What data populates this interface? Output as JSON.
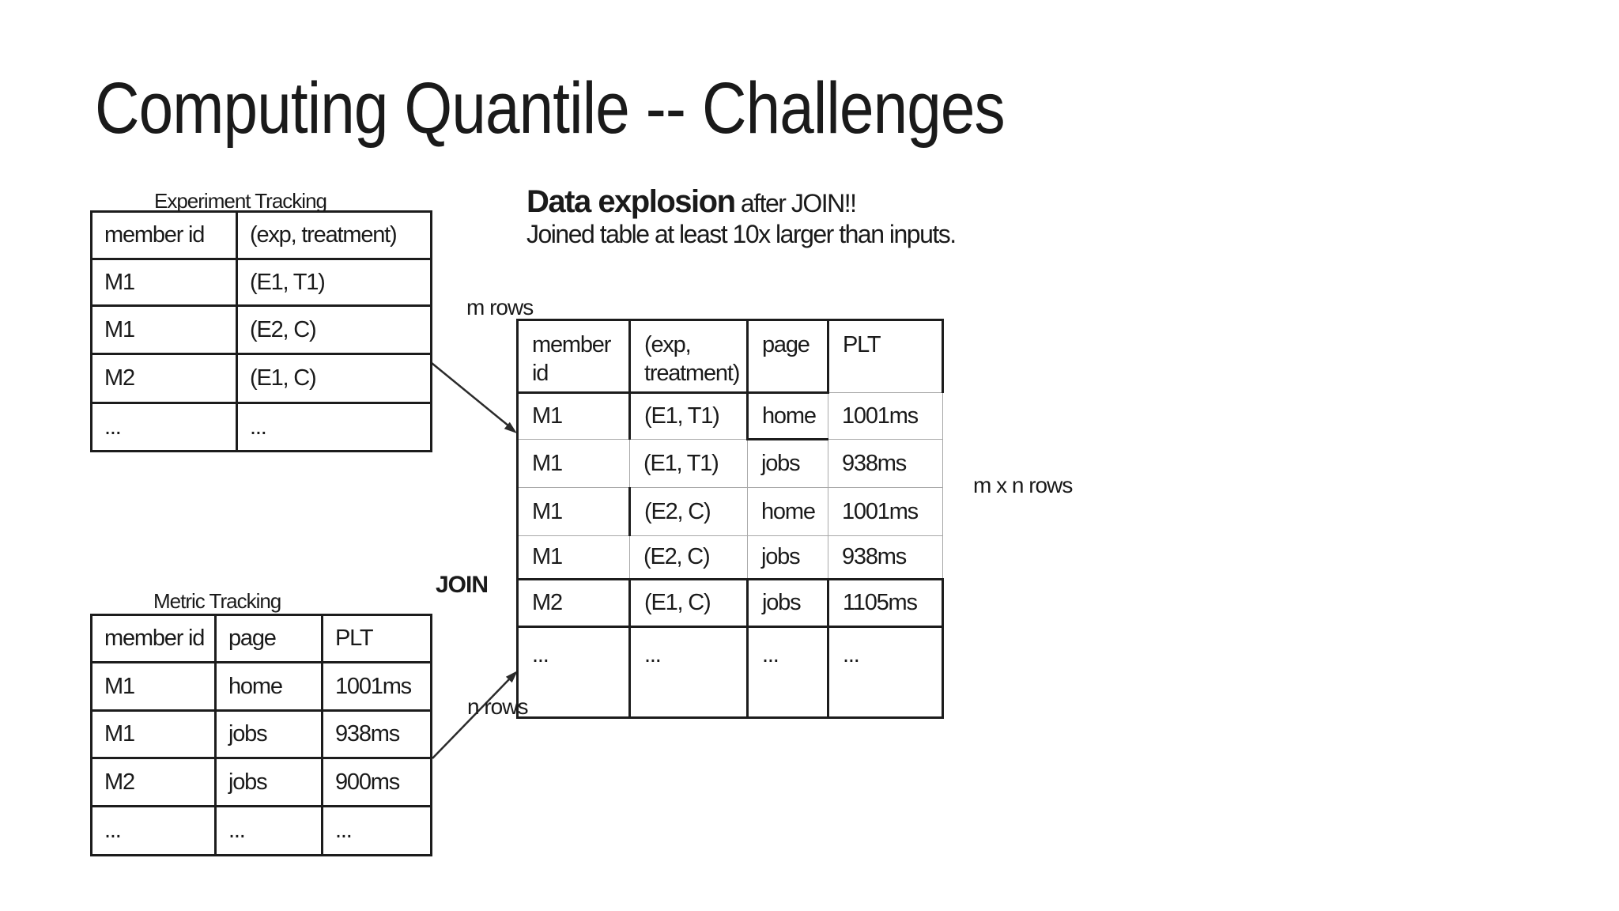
{
  "slide": {
    "title": "Computing Quantile -- Challenges",
    "annotation": {
      "heading_bold": "Data explosion",
      "heading_rest": " after JOIN!!",
      "subtitle": "Joined table at least 10x larger than inputs."
    },
    "labels": {
      "m_rows": "m rows",
      "join": "JOIN",
      "n_rows": "n rows",
      "mxn_rows": "m x n rows"
    },
    "experiment_table": {
      "title": "Experiment Tracking",
      "headers": [
        "member id",
        "(exp, treatment)"
      ],
      "rows": [
        [
          "M1",
          "(E1, T1)"
        ],
        [
          "M1",
          "(E2, C)"
        ],
        [
          "M2",
          "(E1, C)"
        ],
        [
          "...",
          "..."
        ]
      ]
    },
    "metric_table": {
      "title": "Metric Tracking",
      "headers": [
        "member id",
        "page",
        "PLT"
      ],
      "rows": [
        [
          "M1",
          "home",
          "1001ms"
        ],
        [
          "M1",
          "jobs",
          "938ms"
        ],
        [
          "M2",
          "jobs",
          "900ms"
        ],
        [
          "...",
          "...",
          "..."
        ]
      ]
    },
    "joined_table": {
      "headers": [
        "member id",
        "(exp, treatment)",
        "page",
        "PLT"
      ],
      "rows": [
        [
          "M1",
          "(E1, T1)",
          "home",
          "1001ms"
        ],
        [
          "M1",
          "(E1, T1)",
          "jobs",
          "938ms"
        ],
        [
          "M1",
          "(E2, C)",
          "home",
          "1001ms"
        ],
        [
          "M1",
          "(E2, C)",
          "jobs",
          "938ms"
        ],
        [
          "M2",
          "(E1, C)",
          "jobs",
          "1105ms"
        ],
        [
          "...",
          "...",
          "...",
          "..."
        ]
      ]
    },
    "colors": {
      "background": "#ffffff",
      "text": "#1a1a1a",
      "line_strong": "#1c1c1c",
      "line_weak": "#a8a8a8",
      "arrow": "#2b2b2b"
    }
  }
}
